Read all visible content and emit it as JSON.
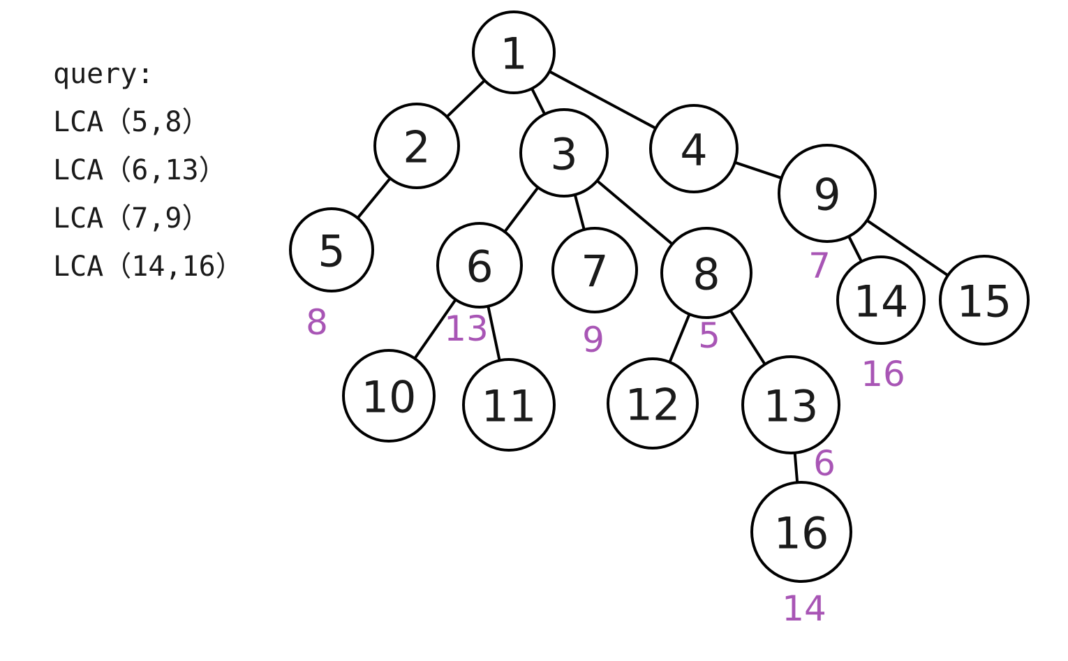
{
  "query": {
    "title": "query:",
    "lines": [
      "LCA（5,8）",
      "LCA（6,13）",
      "LCA（7,9）",
      "LCA（14,16）"
    ]
  },
  "colors": {
    "node_stroke": "#000000",
    "annotation": "#a855b5",
    "text": "#1a1a1a"
  },
  "tree": {
    "nodes": [
      {
        "id": "1",
        "label": "1"
      },
      {
        "id": "2",
        "label": "2"
      },
      {
        "id": "3",
        "label": "3"
      },
      {
        "id": "4",
        "label": "4"
      },
      {
        "id": "5",
        "label": "5",
        "pair": "8"
      },
      {
        "id": "6",
        "label": "6",
        "pair": "13"
      },
      {
        "id": "7",
        "label": "7",
        "pair": "9"
      },
      {
        "id": "8",
        "label": "8",
        "pair": "5"
      },
      {
        "id": "9",
        "label": "9",
        "pair": "7"
      },
      {
        "id": "10",
        "label": "10"
      },
      {
        "id": "11",
        "label": "11"
      },
      {
        "id": "12",
        "label": "12"
      },
      {
        "id": "13",
        "label": "13",
        "pair": "6"
      },
      {
        "id": "14",
        "label": "14",
        "pair": "16"
      },
      {
        "id": "15",
        "label": "15"
      },
      {
        "id": "16",
        "label": "16",
        "pair": "14"
      }
    ],
    "edges": [
      [
        "1",
        "2"
      ],
      [
        "1",
        "3"
      ],
      [
        "1",
        "4"
      ],
      [
        "2",
        "5"
      ],
      [
        "3",
        "6"
      ],
      [
        "3",
        "7"
      ],
      [
        "3",
        "8"
      ],
      [
        "4",
        "9"
      ],
      [
        "6",
        "10"
      ],
      [
        "6",
        "11"
      ],
      [
        "8",
        "12"
      ],
      [
        "8",
        "13"
      ],
      [
        "9",
        "14"
      ],
      [
        "9",
        "15"
      ],
      [
        "13",
        "16"
      ]
    ]
  }
}
